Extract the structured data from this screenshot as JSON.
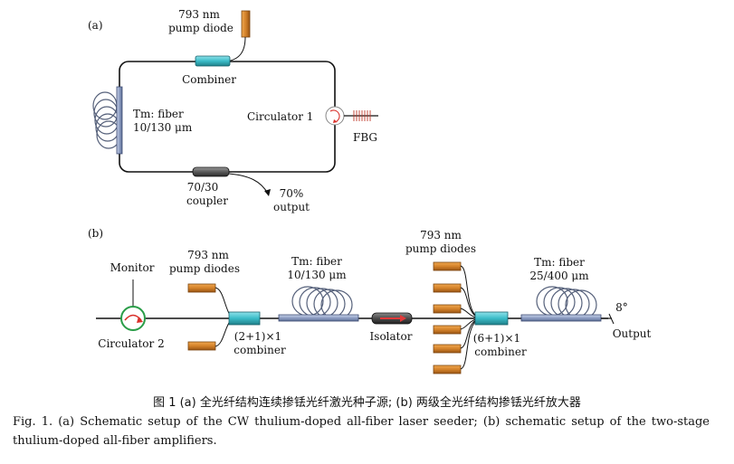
{
  "panel_a": {
    "tag": "(a)",
    "pump_line1": "793 nm",
    "pump_line2": "pump diode",
    "combiner": "Combiner",
    "fiber_line1": "Tm: fiber",
    "fiber_line2": "10/130 μm",
    "circulator": "Circulator 1",
    "fbg": "FBG",
    "coupler_line1": "70/30",
    "coupler_line2": "coupler",
    "output_line1": "70%",
    "output_line2": "output"
  },
  "panel_b": {
    "tag": "(b)",
    "monitor": "Monitor",
    "circulator": "Circulator 2",
    "pump1_line1": "793 nm",
    "pump1_line2": "pump diodes",
    "combiner1_line1": "(2+1)×1",
    "combiner1_line2": "combiner",
    "fiber1_line1": "Tm: fiber",
    "fiber1_line2": "10/130 μm",
    "isolator": "Isolator",
    "pump2_line1": "793 nm",
    "pump2_line2": "pump diodes",
    "combiner2_line1": "(6+1)×1",
    "combiner2_line2": "combiner",
    "fiber2_line1": "Tm: fiber",
    "fiber2_line2": "25/400 μm",
    "angle": "8°",
    "output": "Output"
  },
  "caption": {
    "cn": "图 1   (a) 全光纤结构连续掺铥光纤激光种子源; (b) 两级全光纤结构掺铥光纤放大器",
    "en": "Fig. 1.  (a) Schematic setup of the CW thulium-doped all-fiber laser seeder; (b) schematic setup of the two-stage thulium-doped all-fiber amplifiers."
  },
  "colors": {
    "pump": "#d4822a",
    "combiner": "#3bbcc8",
    "fiber_coil": "#7b8db0",
    "fbg": "#c0392b",
    "circulator_ring": "#2a9d48",
    "circulator_arrow": "#d9302a",
    "isolator_arrow": "#e03a3a"
  }
}
